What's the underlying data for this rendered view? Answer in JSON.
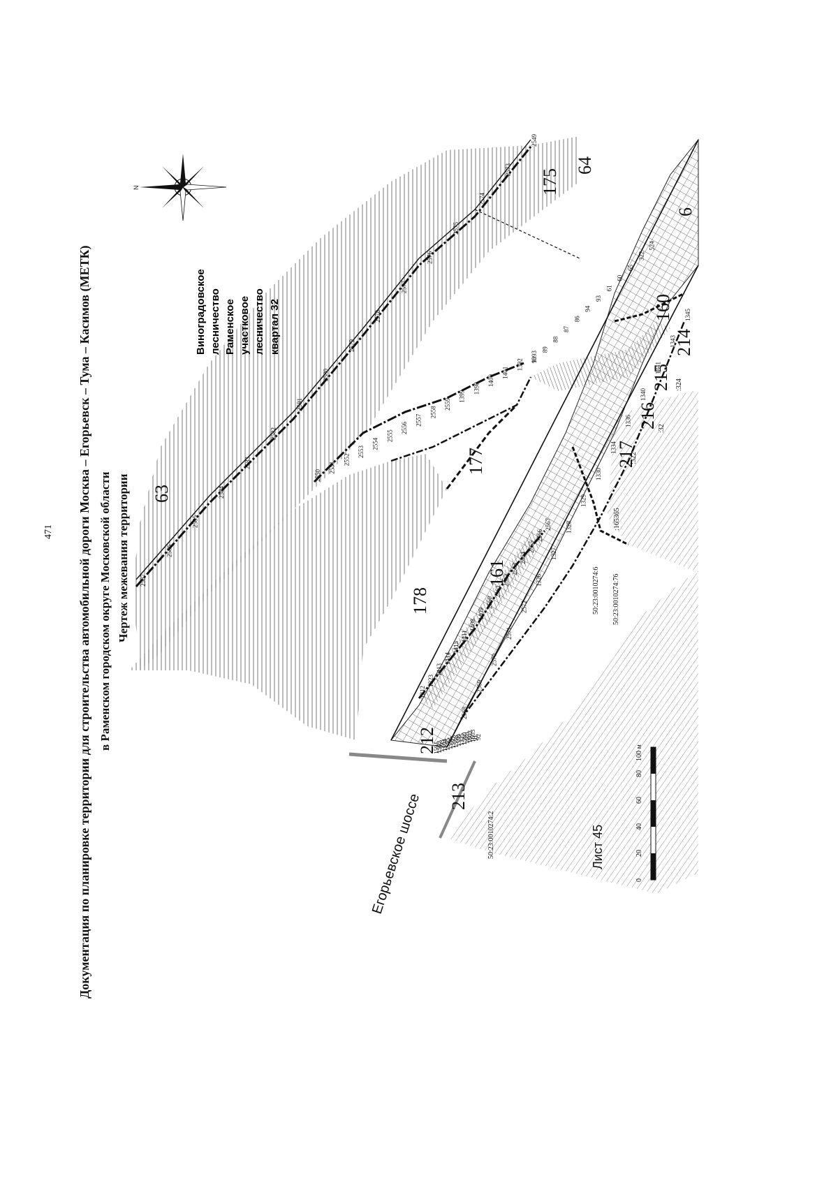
{
  "page_number": "471",
  "title_line1": "Документация по планировке территории для строительства автомобильной дороги Москва – Егорьевск – Тума – Касимов (МЕТК)",
  "title_line2": "в Раменском городском округе Московской области",
  "title_line3": "Чертеж межевания территории",
  "sheet_label": "Лист 45",
  "road_label": "Егорьевское шоссе",
  "north_label": "N",
  "forest_label": [
    "Виноградовское",
    "лесничество",
    "Раменское",
    "участковое",
    "лесничество",
    "квартал 32"
  ],
  "scale": {
    "unit_label": "м",
    "ticks": [
      "0",
      "20",
      "40",
      "60",
      "80",
      "100 м"
    ]
  },
  "zone_numbers": [
    "63",
    "64",
    "175",
    "178",
    "177",
    "161",
    "212",
    "213",
    "214",
    "215",
    "216",
    "217",
    "6",
    "160"
  ],
  "cadastral_labels": [
    "50:23:0010274:2",
    "50:23:0010274:6",
    "50:23:0010274:76",
    ":165365",
    ":32",
    ":322",
    ":324"
  ],
  "point_labels": [
    "2587",
    "2586",
    "2585",
    "2584",
    "2583",
    "2582",
    "2581",
    "2580",
    "2579",
    "2578",
    "2577",
    "2576",
    "2575",
    "2574",
    "2573",
    "2549",
    "2550",
    "2551",
    "2552",
    "2553",
    "2554",
    "2555",
    "2556",
    "2557",
    "2558",
    "2559",
    "1399",
    "1398",
    "1400",
    "1401",
    "1392",
    "1393",
    "1312",
    "1323",
    "1413",
    "1414",
    "1415",
    "1411",
    "1408",
    "1409",
    "2560",
    "2561",
    "2562",
    "2563",
    "2564",
    "2565",
    "2566",
    "2567",
    "2568",
    "2569",
    "2570",
    "2571",
    "2572",
    "1326",
    "1327",
    "1328",
    "1329",
    "1330",
    "1334",
    "1336",
    "1340",
    "1341",
    "1343",
    "1345",
    "1591",
    "1592",
    "1593",
    "1594",
    "1595",
    "1596",
    "1597",
    "1598",
    "1599",
    "1325",
    "1560",
    "1601",
    "1602",
    "1603",
    "91",
    "92",
    "90",
    "89",
    "88",
    "87",
    "86",
    "94",
    "93",
    "61",
    "60",
    "65",
    "322",
    "524"
  ]
}
